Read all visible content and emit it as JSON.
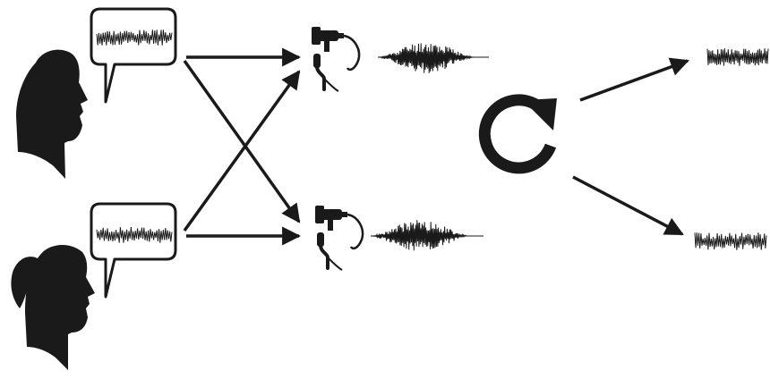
{
  "diagram": {
    "colors": {
      "ink": "#1a1a1a",
      "background": "#ffffff"
    },
    "speakers": [
      {
        "id": "male",
        "icon": "male-head-silhouette-icon"
      },
      {
        "id": "female",
        "icon": "female-head-silhouette-icon"
      }
    ],
    "microphones": [
      {
        "id": "mic-1",
        "icon": "microphone-icon"
      },
      {
        "id": "mic-2",
        "icon": "microphone-icon"
      }
    ],
    "process": {
      "icon": "refresh-cycle-icon"
    },
    "outputs": [
      {
        "id": "separated-1",
        "icon": "waveform-icon"
      },
      {
        "id": "separated-2",
        "icon": "waveform-icon"
      }
    ]
  }
}
